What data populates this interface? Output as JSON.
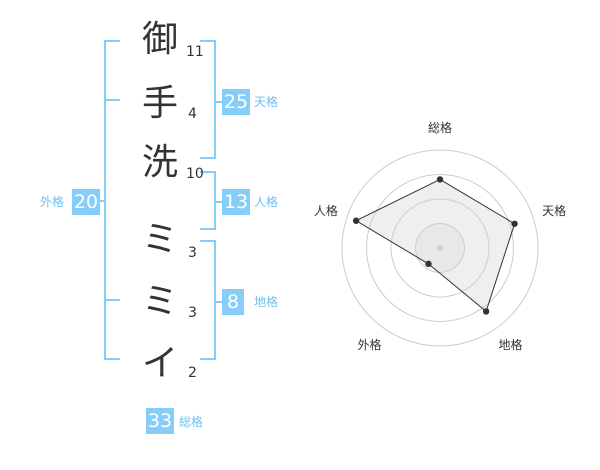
{
  "name": {
    "chars": [
      {
        "char": "御",
        "strokes": "11"
      },
      {
        "char": "手",
        "strokes": "4"
      },
      {
        "char": "洗",
        "strokes": "10"
      },
      {
        "char": "ミ",
        "strokes": "3"
      },
      {
        "char": "ミ",
        "strokes": "3"
      },
      {
        "char": "イ",
        "strokes": "2"
      }
    ]
  },
  "grades": {
    "tenkaku": {
      "value": "25",
      "label": "天格"
    },
    "jinkaku": {
      "value": "13",
      "label": "人格"
    },
    "chikaku": {
      "value": "8",
      "label": "地格"
    },
    "gaikaku": {
      "value": "20",
      "label": "外格"
    },
    "soukaku": {
      "value": "33",
      "label": "総格"
    }
  },
  "colors": {
    "accent": "#86cdf7",
    "accent_text": "#6cc1f2"
  },
  "chart_data": {
    "type": "radar",
    "categories": [
      "総格",
      "天格",
      "地格",
      "外格",
      "人格"
    ],
    "values": [
      0.7,
      0.8,
      0.8,
      0.2,
      0.9
    ],
    "rlim": [
      0,
      1
    ]
  }
}
